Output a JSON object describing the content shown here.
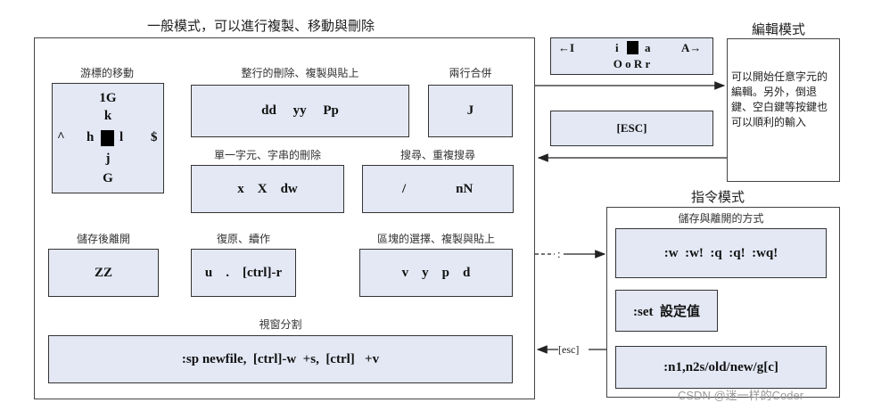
{
  "normal_mode": {
    "title": "一般模式，可以進行複製、移動與刪除",
    "cursor_move": {
      "caption": "游標的移動",
      "top": "1G",
      "k": "k",
      "caret": "^",
      "h": "h",
      "l": "l",
      "dollar": "$",
      "j": "j",
      "bottom": "G"
    },
    "delete_copy_paste": {
      "caption": "整行的刪除、複製與貼上",
      "keys": "dd     yy     Pp"
    },
    "join": {
      "caption": "兩行合併",
      "keys": "J"
    },
    "char_delete": {
      "caption": "單一字元、字串的刪除",
      "keys": "x    X    dw"
    },
    "search": {
      "caption": "搜尋、重複搜尋",
      "key1": "/",
      "key2": "nN"
    },
    "save_quit": {
      "caption": "儲存後離開",
      "keys": "ZZ"
    },
    "undo_redo": {
      "caption": "復原、續作",
      "keys": "u    .    [ctrl]-r"
    },
    "visual_block": {
      "caption": "區塊的選擇、複製與貼上",
      "keys": "v    y    p    d"
    },
    "window_split": {
      "caption": "視窗分割",
      "keys": ":sp newfile,  [ctrl]-w  +s,  [ctrl]   +v"
    }
  },
  "insert_keys": {
    "left": "←I",
    "i": "i",
    "a": "a",
    "right": "A→",
    "bottom": "O o R r"
  },
  "esc_key": "[ESC]",
  "edit_mode": {
    "title": "編輯模式",
    "description": "可以開始任意字元的編輯。另外，倒退鍵、空白鍵等按鍵也可以順利的輸入"
  },
  "command_mode": {
    "title": "指令模式",
    "save_caption": "儲存與離開的方式",
    "save_keys": ":w  :w!  :q  :q!  :wq!",
    "set_cmd": ":set  設定值",
    "replace_cmd": ":n1,n2s/old/new/g[c]"
  },
  "arrows": {
    "colon": ":",
    "esc_back": "[esc]"
  },
  "watermark": "CSDN @迷一样的Coder"
}
